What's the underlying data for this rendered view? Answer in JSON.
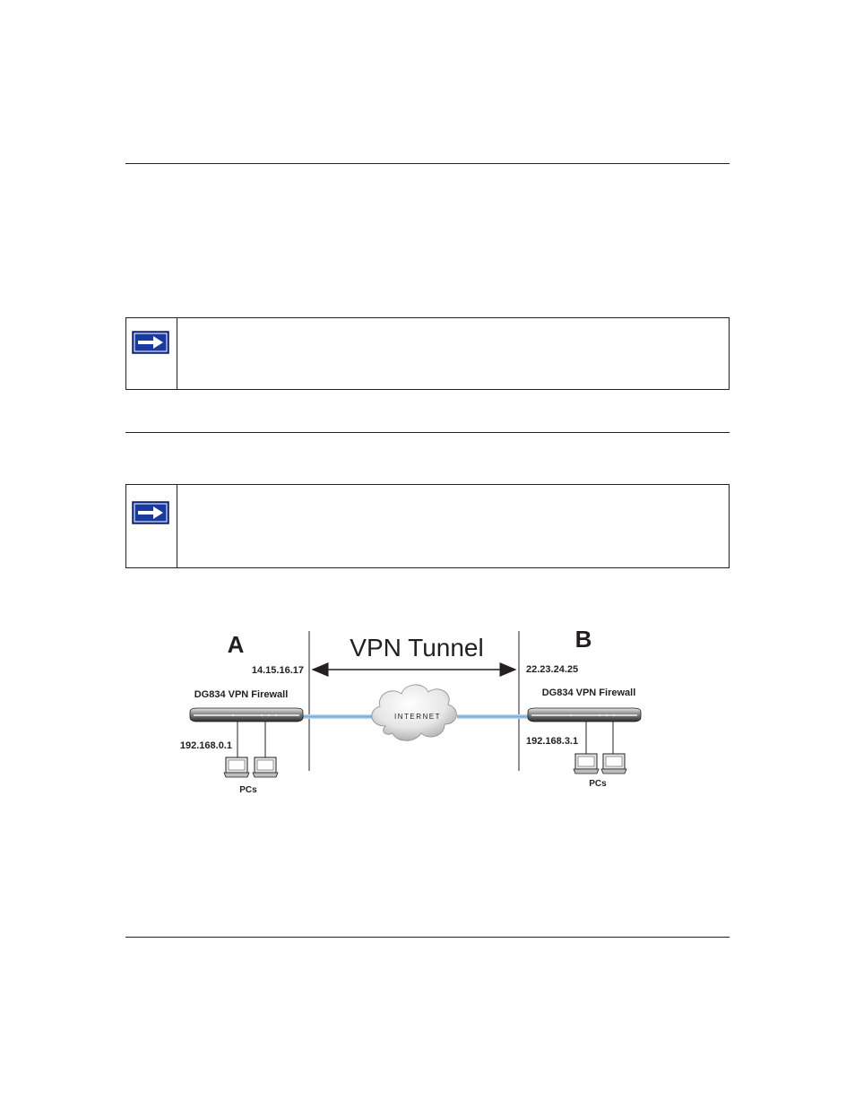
{
  "notes": [
    {
      "icon": "arrow-right-icon",
      "text": ""
    },
    {
      "icon": "arrow-right-icon",
      "text": ""
    }
  ],
  "diagram": {
    "tunnel_label": "VPN Tunnel",
    "internet_label": "INTERNET",
    "site_a": {
      "letter": "A",
      "wan_ip": "14.15.16.17",
      "device": "DG834 VPN Firewall",
      "lan_ip": "192.168.0.1",
      "pcs_label": "PCs"
    },
    "site_b": {
      "letter": "B",
      "wan_ip": "22.23.24.25",
      "device": "DG834 VPN Firewall",
      "lan_ip": "192.168.3.1",
      "pcs_label": "PCs"
    }
  },
  "colors": {
    "rule": "#231f20",
    "note_icon_fill": "#1b3aa0",
    "link_blue": "#6fa8d8"
  }
}
